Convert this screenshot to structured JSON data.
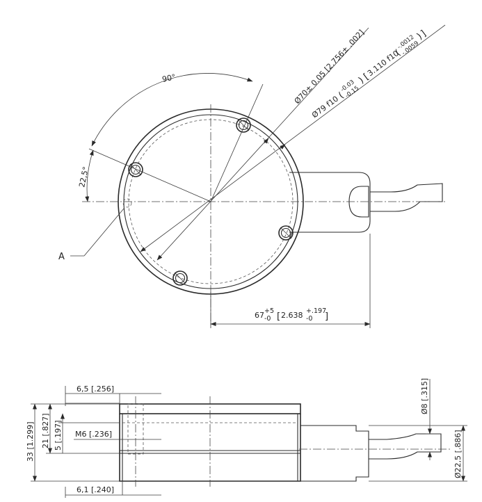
{
  "top_view": {
    "angle_90": "90°",
    "angle_225": "22,5°",
    "dia70": "Ø70± 0.05 [2.756± .002]",
    "dia79_main": "Ø79 f10",
    "dia79_tol_up": "-0.03",
    "dia79_tol_low": "-0.15",
    "dia79_imp_main": "3.110 f10",
    "dia79_imp_up": "-.0012",
    "dia79_imp_low": "-.0059",
    "label_a": "A",
    "len67_main": "67",
    "len67_up": "+5",
    "len67_low": "-0",
    "len67_imp_main": "2.638",
    "len67_imp_up": "+.197",
    "len67_imp_low": "-0"
  },
  "side_view": {
    "dim_65": "6,5 [.256]",
    "dim_61": "6,1 [.240]",
    "dim_33": "33 [1.299]",
    "dim_21": "21 [.827]",
    "dim_5": "5 [.197]",
    "dim_m6": "M6 [.236]",
    "dim_8": "Ø8 [.315]",
    "dim_225": "Ø22,5 [.886]"
  }
}
